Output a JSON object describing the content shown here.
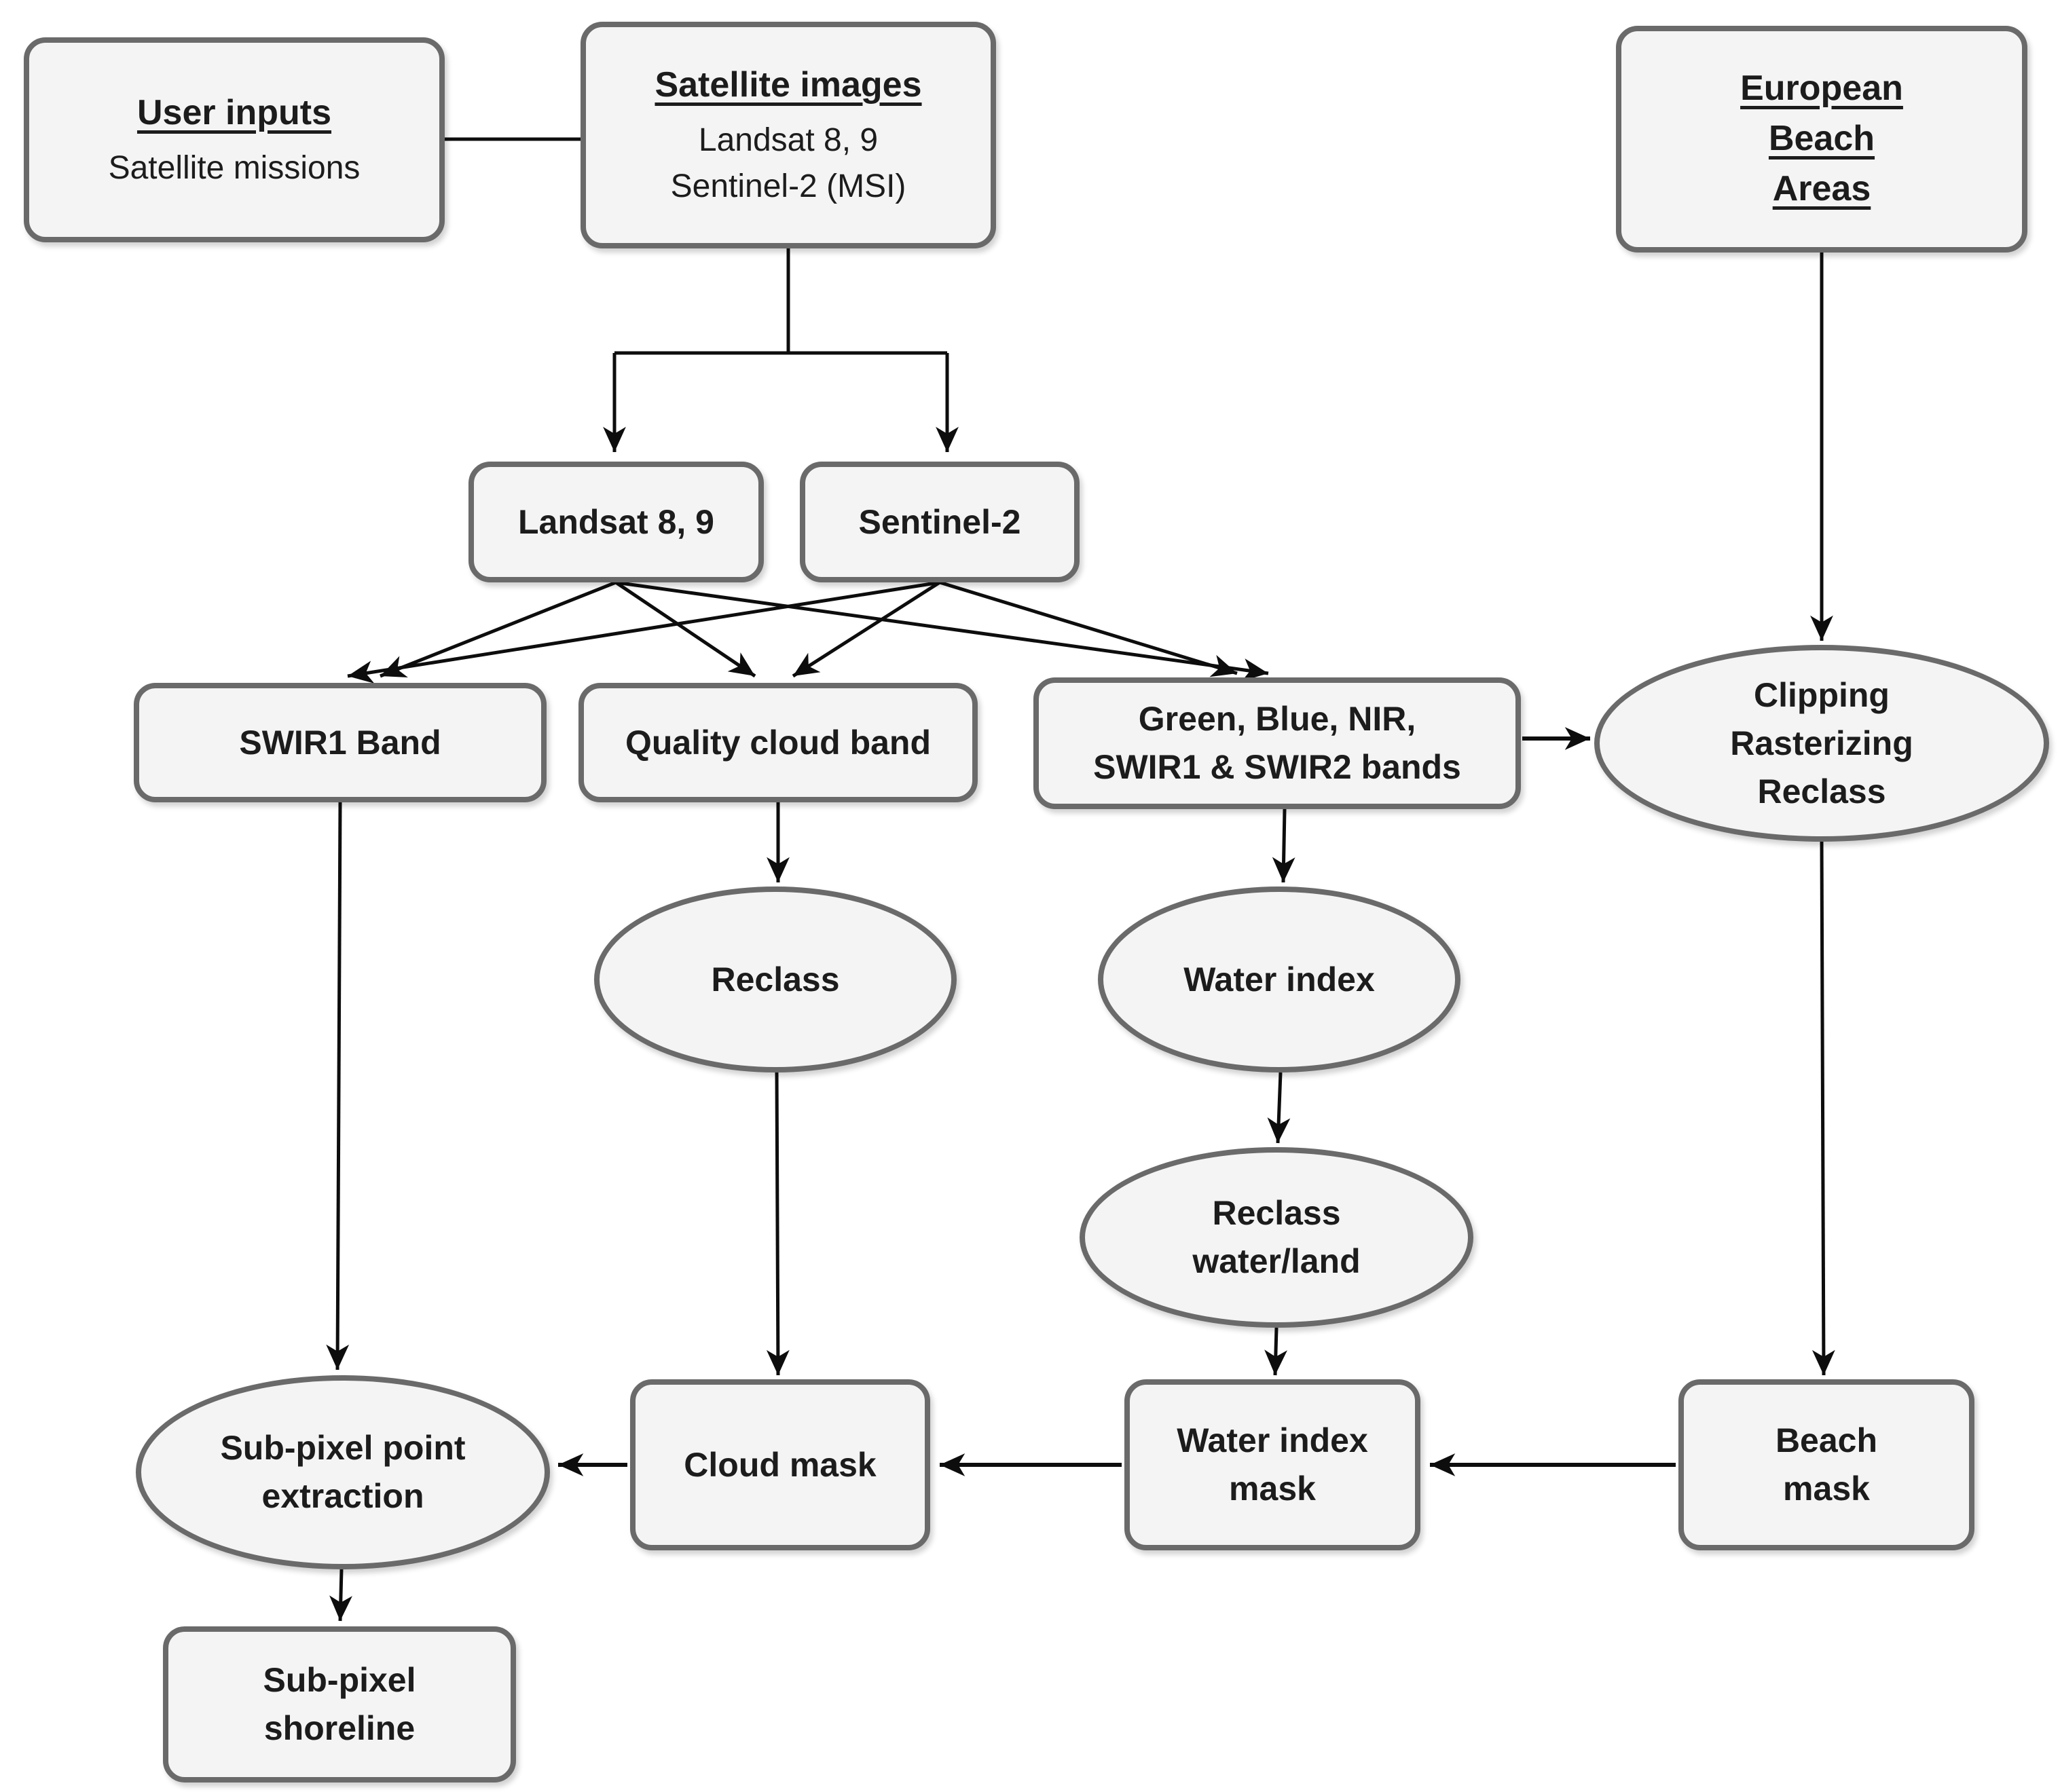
{
  "colors": {
    "node_fill": "#f4f4f4",
    "node_border": "#6a6a6a",
    "text": "#1c1c1c",
    "arrow": "#0d0d0d",
    "bg": "#ffffff"
  },
  "nodes": {
    "user_inputs": {
      "title": "User inputs",
      "line1": "Satellite missions"
    },
    "satellite_images": {
      "title": "Satellite images",
      "line1": "Landsat 8, 9",
      "line2": "Sentinel-2 (MSI)"
    },
    "european_beach": {
      "line1": "European",
      "line2": "Beach",
      "line3": "Areas"
    },
    "landsat": {
      "label": "Landsat 8, 9"
    },
    "sentinel": {
      "label": "Sentinel-2"
    },
    "swir1_band": {
      "label": "SWIR1 Band"
    },
    "quality_cloud_band": {
      "label": "Quality cloud band"
    },
    "green_bands": {
      "line1": "Green, Blue, NIR,",
      "line2": "SWIR1 & SWIR2 bands"
    },
    "clipping": {
      "line1": "Clipping",
      "line2": "Rasterizing",
      "line3": "Reclass"
    },
    "reclass": {
      "label": "Reclass"
    },
    "water_index": {
      "label": "Water index"
    },
    "reclass_water_land": {
      "line1": "Reclass",
      "line2": "water/land"
    },
    "subpixel_point": {
      "line1": "Sub-pixel point",
      "line2": "extraction"
    },
    "cloud_mask": {
      "label": "Cloud mask"
    },
    "water_index_mask": {
      "line1": "Water index",
      "line2": "mask"
    },
    "beach_mask": {
      "line1": "Beach",
      "line2": "mask"
    },
    "subpixel_shoreline": {
      "line1": "Sub-pixel",
      "line2": "shoreline"
    }
  },
  "edges": [
    {
      "from": "user_inputs",
      "to": "satellite_images",
      "arrow": false
    },
    {
      "from": "satellite_images",
      "to": "landsat",
      "arrow": true
    },
    {
      "from": "satellite_images",
      "to": "sentinel",
      "arrow": true
    },
    {
      "from": "landsat",
      "to": "swir1_band",
      "arrow": true
    },
    {
      "from": "landsat",
      "to": "quality_cloud_band",
      "arrow": true
    },
    {
      "from": "landsat",
      "to": "green_bands",
      "arrow": true
    },
    {
      "from": "sentinel",
      "to": "swir1_band",
      "arrow": true
    },
    {
      "from": "sentinel",
      "to": "quality_cloud_band",
      "arrow": true
    },
    {
      "from": "sentinel",
      "to": "green_bands",
      "arrow": true
    },
    {
      "from": "european_beach",
      "to": "clipping",
      "arrow": true
    },
    {
      "from": "green_bands",
      "to": "clipping",
      "arrow": true
    },
    {
      "from": "green_bands",
      "to": "water_index",
      "arrow": true
    },
    {
      "from": "quality_cloud_band",
      "to": "reclass",
      "arrow": true
    },
    {
      "from": "reclass",
      "to": "cloud_mask",
      "arrow": true
    },
    {
      "from": "water_index",
      "to": "reclass_water_land",
      "arrow": true
    },
    {
      "from": "reclass_water_land",
      "to": "water_index_mask",
      "arrow": true
    },
    {
      "from": "swir1_band",
      "to": "subpixel_point",
      "arrow": true
    },
    {
      "from": "clipping",
      "to": "beach_mask",
      "arrow": true
    },
    {
      "from": "beach_mask",
      "to": "water_index_mask",
      "arrow": true
    },
    {
      "from": "water_index_mask",
      "to": "cloud_mask",
      "arrow": true
    },
    {
      "from": "cloud_mask",
      "to": "subpixel_point",
      "arrow": true
    },
    {
      "from": "subpixel_point",
      "to": "subpixel_shoreline",
      "arrow": true
    }
  ]
}
